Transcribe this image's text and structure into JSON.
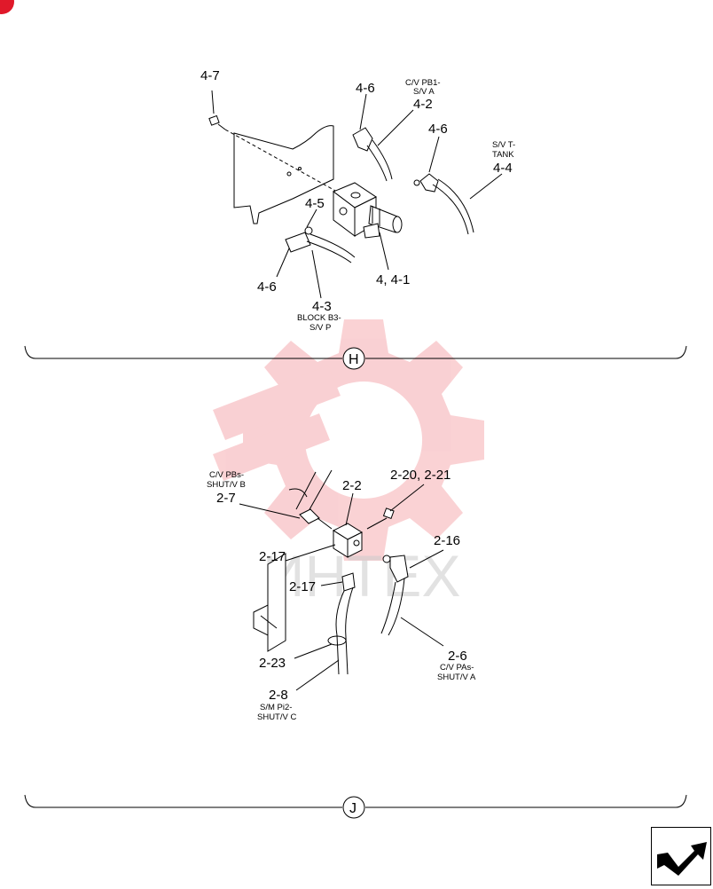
{
  "brand": {
    "watermark_text": "ИНТЕХ",
    "badge_color": "#e0192a"
  },
  "section_h": {
    "marker": "H",
    "labels": {
      "l_4_7": "4-7",
      "l_4_6_top": "4-6",
      "l_cv_pb1_line1": "C/V PB1-",
      "l_cv_pb1_line2": "S/V A",
      "l_4_2": "4-2",
      "l_4_6_right": "4-6",
      "l_sv_t_line1": "S/V T-",
      "l_sv_t_line2": "TANK",
      "l_4_4": "4-4",
      "l_4_5": "4-5",
      "l_4_6_left": "4-6",
      "l_4_4_1": "4, 4-1",
      "l_4_3": "4-3",
      "l_block_line1": "BLOCK B3-",
      "l_block_line2": "S/V P"
    }
  },
  "section_j": {
    "marker": "J",
    "labels": {
      "l_cv_pbs_line1": "C/V PBs-",
      "l_cv_pbs_line2": "SHUT/V B",
      "l_2_7": "2-7",
      "l_2_2": "2-2",
      "l_2_20": "2-20, 2-21",
      "l_2_16": "2-16",
      "l_2_17_a": "2-17",
      "l_2_17_b": "2-17",
      "l_2_6": "2-6",
      "l_cv_pas_line1": "C/V PAs-",
      "l_cv_pas_line2": "SHUT/V A",
      "l_2_23": "2-23",
      "l_2_8": "2-8",
      "l_sm_line1": "S/M Pi2-",
      "l_sm_line2": "SHUT/V C"
    }
  },
  "navigation": {
    "next_page_icon": "next-page-arrow-icon"
  }
}
